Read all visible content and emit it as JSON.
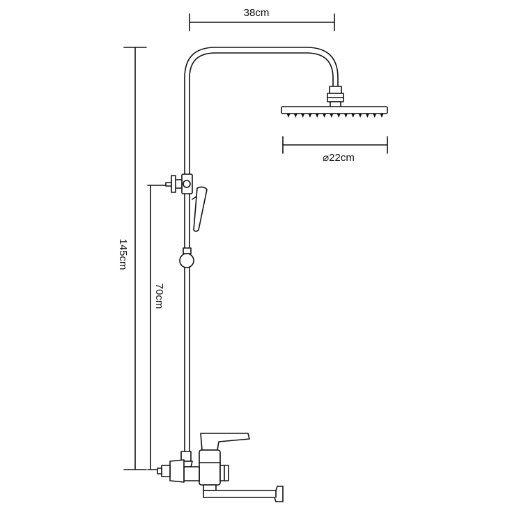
{
  "dimensions": {
    "arm_width": "38cm",
    "head_diameter": "⌀22cm",
    "total_height": "145cm",
    "mixer_height": "70cm"
  },
  "colors": {
    "line": "#111111",
    "background": "#ffffff"
  }
}
